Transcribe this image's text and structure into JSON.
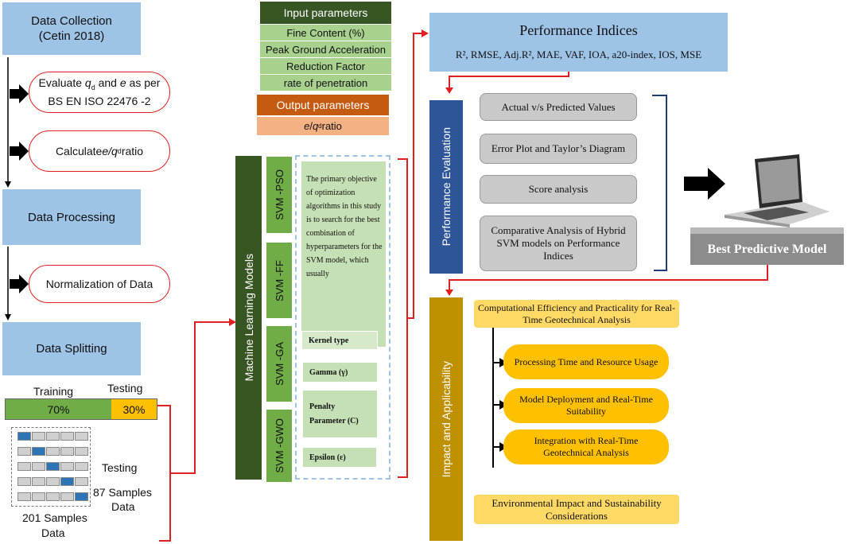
{
  "left": {
    "data_collection": [
      "Data Collection",
      "(Cetin 2018)"
    ],
    "evaluate": {
      "p1": "Evaluate ",
      "q": "q",
      "qsub": "d",
      "p2": " and ",
      "e": "e",
      "p3": " as per",
      "line2": "BS EN ISO 22476   -2"
    },
    "calculate": {
      "p1": "Calculate ",
      "e": "e/",
      "q": "q",
      "qsub": "d",
      "p2": " ratio"
    },
    "data_processing": "Data Processing",
    "normalization": "Normalization of Data",
    "data_splitting": "Data Splitting",
    "split": {
      "training_label": "Training",
      "testing_label": "Testing",
      "training_pct": "70%",
      "testing_pct": "30%",
      "training_fraction": 0.7
    },
    "grid_highlight": [
      0,
      1,
      2,
      3,
      4
    ],
    "testing_note": [
      "Testing",
      "87 Samples",
      "Data"
    ],
    "samples_note": [
      "201 Samples",
      "Data"
    ]
  },
  "middle": {
    "input_title": "Input parameters",
    "inputs": [
      "Fine Content (%)",
      "Peak Ground Acceleration",
      "Reduction Factor",
      "rate of penetration"
    ],
    "output_title": "Output parameters",
    "output": {
      "e": "e",
      "slash": "/",
      "q": "q",
      "qsub": "d",
      "rest": " ratio"
    },
    "ml_models": "Machine Learning Models",
    "svm_models": [
      "SVM -PSO",
      "SVM -FF",
      "SVM -GA",
      "SVM -GWO"
    ],
    "description": "The primary objective of optimization algorithms in this study is to search for the best combination of hyperparameters for the SVM model, which usually",
    "hyperparameters": [
      "Kernel type",
      "Gamma (γ)",
      "Penalty Parameter (C)",
      "Epsilon (ε)"
    ]
  },
  "right": {
    "performance_title": "Performance Indices",
    "indices": "R², RMSE, Adj.R², MAE, VAF, IOA, a20-index, IOS, MSE",
    "performance_evaluation": "Performance Evaluation",
    "evaluation_items": [
      "Actual v/s Predicted Values",
      "Error Plot and Taylor’s Diagram",
      "Score analysis",
      "Comparative Analysis of Hybrid SVM models on Performance Indices"
    ],
    "best_model": "Best Predictive Model",
    "impact_label": "Impact and Applicability",
    "impact_header": "Computational Efficiency and Practicality for Real-Time Geotechnical Analysis",
    "impact_items": [
      "Processing Time and Resource Usage",
      "Model Deployment and Real-Time Suitability",
      "Integration with Real-Time Geotechnical Analysis"
    ],
    "environmental": "Environmental Impact and Sustainability Considerations"
  },
  "colors": {
    "blue": "#9dc3e6",
    "navy": "#2e5597",
    "dark_green": "#375623",
    "green": "#70ad47",
    "orange": "#c55a11",
    "gold": "#bf9000",
    "yellow": "#ffc000",
    "red": "#e02020"
  }
}
